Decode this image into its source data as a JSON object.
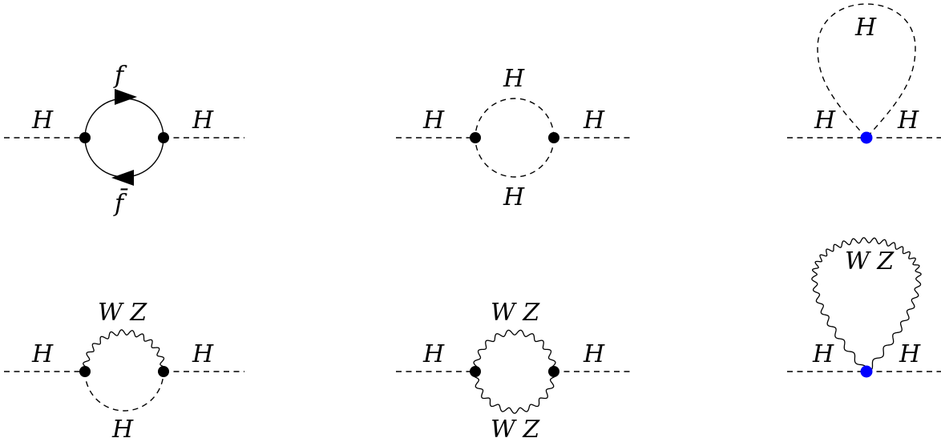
{
  "diagrams": {
    "fermion_loop": {
      "left": "H",
      "right": "H",
      "top": "f",
      "bottom": "f̄"
    },
    "higgs_loop": {
      "left": "H",
      "right": "H",
      "top": "H",
      "bottom": "H"
    },
    "higgs_tadpole": {
      "left": "H",
      "right": "H",
      "loop": "H"
    },
    "mixed_loop": {
      "left": "H",
      "right": "H",
      "top": "W Z",
      "bottom": "H"
    },
    "gauge_loop": {
      "left": "H",
      "right": "H",
      "top": "W Z",
      "bottom": "W Z"
    },
    "gauge_tadpole": {
      "left": "H",
      "right": "H",
      "loop": "W Z"
    }
  },
  "colors": {
    "line": "#000000",
    "vertex": "#000000",
    "contact_vertex": "#0000ff"
  }
}
